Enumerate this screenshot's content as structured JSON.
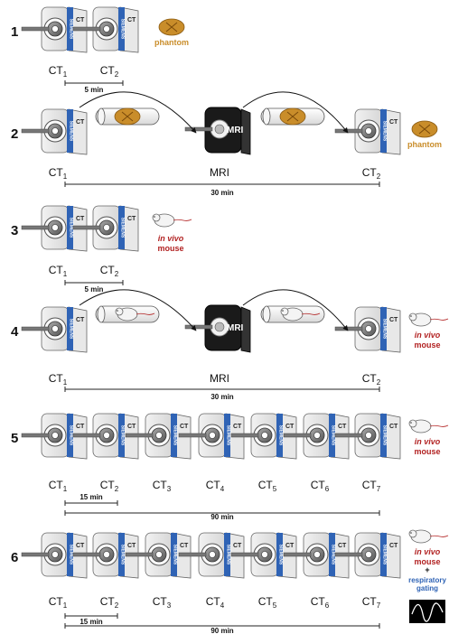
{
  "colors": {
    "scanner_blue": "#2f63b5",
    "phantom": "#c98d2a",
    "mouse_label": "#b22222",
    "gating_label": "#2f63b5",
    "mri_body": "#1a1a1a"
  },
  "scanner_side_text": "CT",
  "scanner_strip_text": "SIEMENS",
  "mri_text": "MRI",
  "phantom_text": "phantom",
  "mouse_text_line1": "in vivo",
  "mouse_text_line2": "mouse",
  "gating_plus": "+",
  "gating_line1": "respiratory",
  "gating_line2": "gating",
  "icons": [
    "ct-scanner-icon",
    "mri-scanner-icon",
    "phantom-icon",
    "mouse-icon",
    "specimen-tube-icon",
    "transfer-arrow-icon",
    "respiratory-waveform-icon"
  ],
  "rows": [
    {
      "label": "1",
      "sequence": [
        "CT",
        "CT"
      ],
      "scanners": [
        {
          "base": "CT",
          "sub": "1"
        },
        {
          "base": "CT",
          "sub": "2"
        }
      ],
      "subject": "phantom",
      "intervals": [
        {
          "text": "5 min"
        }
      ]
    },
    {
      "label": "2",
      "sequence": [
        "CT",
        "MRI",
        "CT"
      ],
      "scanners": [
        {
          "base": "CT",
          "sub": "1"
        },
        {
          "base": "MRI",
          "sub": ""
        },
        {
          "base": "CT",
          "sub": "2"
        }
      ],
      "subject": "phantom",
      "intervals": [
        {
          "text": "30 min"
        }
      ]
    },
    {
      "label": "3",
      "sequence": [
        "CT",
        "CT"
      ],
      "scanners": [
        {
          "base": "CT",
          "sub": "1"
        },
        {
          "base": "CT",
          "sub": "2"
        }
      ],
      "subject": "mouse",
      "intervals": [
        {
          "text": "5 min"
        }
      ]
    },
    {
      "label": "4",
      "sequence": [
        "CT",
        "MRI",
        "CT"
      ],
      "scanners": [
        {
          "base": "CT",
          "sub": "1"
        },
        {
          "base": "MRI",
          "sub": ""
        },
        {
          "base": "CT",
          "sub": "2"
        }
      ],
      "subject": "mouse",
      "intervals": [
        {
          "text": "30 min"
        }
      ]
    },
    {
      "label": "5",
      "sequence": [
        "CT",
        "CT",
        "CT",
        "CT",
        "CT",
        "CT",
        "CT"
      ],
      "scanners": [
        {
          "base": "CT",
          "sub": "1"
        },
        {
          "base": "CT",
          "sub": "2"
        },
        {
          "base": "CT",
          "sub": "3"
        },
        {
          "base": "CT",
          "sub": "4"
        },
        {
          "base": "CT",
          "sub": "5"
        },
        {
          "base": "CT",
          "sub": "6"
        },
        {
          "base": "CT",
          "sub": "7"
        }
      ],
      "subject": "mouse",
      "intervals": [
        {
          "text": "15 min"
        },
        {
          "text": "90 min"
        }
      ]
    },
    {
      "label": "6",
      "sequence": [
        "CT",
        "CT",
        "CT",
        "CT",
        "CT",
        "CT",
        "CT"
      ],
      "scanners": [
        {
          "base": "CT",
          "sub": "1"
        },
        {
          "base": "CT",
          "sub": "2"
        },
        {
          "base": "CT",
          "sub": "3"
        },
        {
          "base": "CT",
          "sub": "4"
        },
        {
          "base": "CT",
          "sub": "5"
        },
        {
          "base": "CT",
          "sub": "6"
        },
        {
          "base": "CT",
          "sub": "7"
        }
      ],
      "subject": "mouse+gating",
      "intervals": [
        {
          "text": "15 min"
        },
        {
          "text": "90 min"
        }
      ]
    }
  ]
}
